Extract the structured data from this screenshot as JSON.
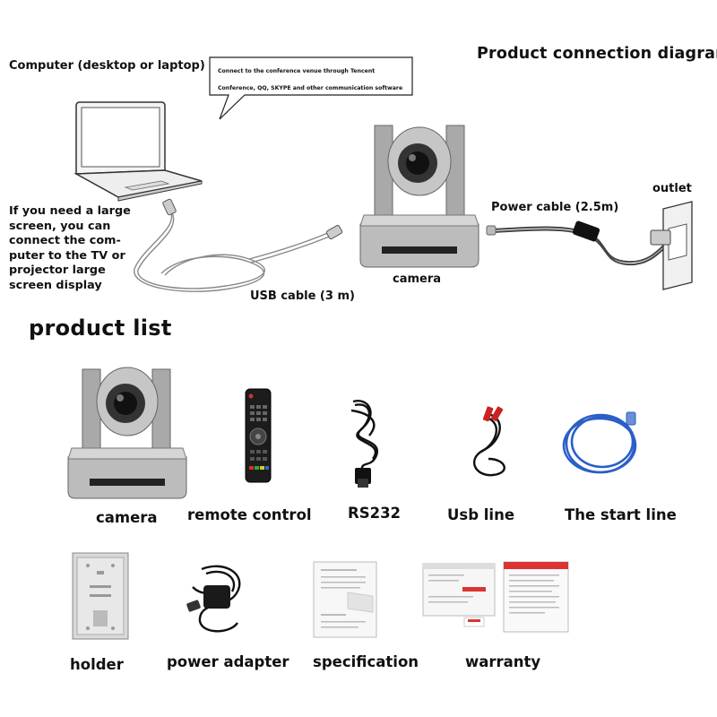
{
  "connection_diagram": {
    "title": "Product connection diagram",
    "computer_label": "Computer (desktop or laptop)",
    "bubble_text": "Connect to the conference venue through Tencent Conference, QQ, SKYPE and other communication software",
    "large_screen_text": "If you need a large screen, you can connect the com-puter to the TV or projector large screen display",
    "usb_cable_label": "USB cable (3 m)",
    "camera_label": "camera",
    "power_cable_label": "Power cable (2.5m)",
    "outlet_label": "outlet"
  },
  "product_list": {
    "title": "product list",
    "items": [
      {
        "label": "camera",
        "icon": "ptz-camera-icon"
      },
      {
        "label": "remote control",
        "icon": "remote-control-icon"
      },
      {
        "label": "RS232",
        "icon": "rs232-cable-icon"
      },
      {
        "label": "Usb line",
        "icon": "usb-cable-icon"
      },
      {
        "label": "The start line",
        "icon": "network-cable-icon"
      },
      {
        "label": "holder",
        "icon": "wall-bracket-icon"
      },
      {
        "label": "power adapter",
        "icon": "power-adapter-icon"
      },
      {
        "label": "specification",
        "icon": "manual-icon"
      },
      {
        "label": "warranty",
        "icon": "warranty-card-icon"
      }
    ]
  }
}
